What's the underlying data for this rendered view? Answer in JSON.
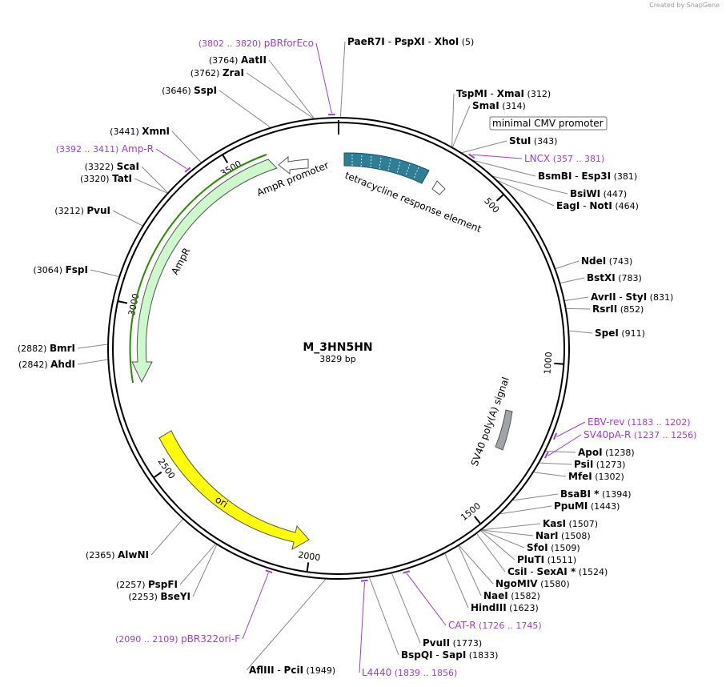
{
  "credit": "Created by SnapGene",
  "plasmid": {
    "name": "M_3HN5HN",
    "length_label": "3829 bp",
    "length": 3829
  },
  "ticks": [
    {
      "pos": 500,
      "label": "500"
    },
    {
      "pos": 1000,
      "label": "1000"
    },
    {
      "pos": 1500,
      "label": "1500"
    },
    {
      "pos": 2000,
      "label": "2000"
    },
    {
      "pos": 2500,
      "label": "2500"
    },
    {
      "pos": 3000,
      "label": "3000"
    },
    {
      "pos": 3500,
      "label": "3500"
    }
  ],
  "features": [
    {
      "name": "AmpR promoter",
      "type": "promoter"
    },
    {
      "name": "tetracycline response element",
      "type": "element"
    },
    {
      "name": "minimal CMV promoter",
      "type": "promoter"
    },
    {
      "name": "AmpR",
      "type": "cds"
    },
    {
      "name": "ori",
      "type": "origin"
    },
    {
      "name": "SV40 poly(A) signal",
      "type": "polyA"
    }
  ],
  "sites": [
    {
      "name": "PaeR7I",
      "extra": [
        "PspXI",
        "XhoI"
      ],
      "pos": "(5)"
    },
    {
      "name": "TspMI",
      "extra": [
        "XmaI"
      ],
      "pos": "(312)"
    },
    {
      "name": "SmaI",
      "pos": "(314)"
    },
    {
      "name": "StuI",
      "pos": "(343)"
    },
    {
      "name": "BsmBI",
      "extra": [
        "Esp3I"
      ],
      "pos": "(381)"
    },
    {
      "name": "BsiWI",
      "pos": "(447)"
    },
    {
      "name": "EagI",
      "extra": [
        "NotI"
      ],
      "pos": "(464)"
    },
    {
      "name": "NdeI",
      "pos": "(743)"
    },
    {
      "name": "BstXI",
      "pos": "(783)"
    },
    {
      "name": "AvrII",
      "extra": [
        "StyI"
      ],
      "pos": "(831)"
    },
    {
      "name": "RsrII",
      "pos": "(852)"
    },
    {
      "name": "SpeI",
      "pos": "(911)"
    },
    {
      "name": "ApoI",
      "pos": "(1238)"
    },
    {
      "name": "PsiI",
      "pos": "(1273)"
    },
    {
      "name": "MfeI",
      "pos": "(1302)"
    },
    {
      "name": "BsaBI *",
      "pos": "(1394)"
    },
    {
      "name": "PpuMI",
      "pos": "(1443)"
    },
    {
      "name": "KasI",
      "pos": "(1507)"
    },
    {
      "name": "NarI",
      "pos": "(1508)"
    },
    {
      "name": "SfoI",
      "pos": "(1509)"
    },
    {
      "name": "PluTI",
      "pos": "(1511)"
    },
    {
      "name": "CsiI",
      "extra": [
        "SexAI *"
      ],
      "pos": "(1524)"
    },
    {
      "name": "NgoMIV",
      "pos": "(1580)"
    },
    {
      "name": "NaeI",
      "pos": "(1582)"
    },
    {
      "name": "HindIII",
      "pos": "(1623)"
    },
    {
      "name": "PvuII",
      "pos": "(1773)"
    },
    {
      "name": "BspQI",
      "extra": [
        "SapI"
      ],
      "pos": "(1833)"
    },
    {
      "name": "AflIII",
      "extra": [
        "PciI"
      ],
      "pos": "(1949)"
    },
    {
      "name": "BseYI",
      "pos": "(2253)"
    },
    {
      "name": "PspFI",
      "pos": "(2257)"
    },
    {
      "name": "AlwNI",
      "pos": "(2365)"
    },
    {
      "name": "AhdI",
      "pos": "(2842)"
    },
    {
      "name": "BmrI",
      "pos": "(2882)"
    },
    {
      "name": "FspI",
      "pos": "(3064)"
    },
    {
      "name": "PvuI",
      "pos": "(3212)"
    },
    {
      "name": "TatI",
      "pos": "(3320)"
    },
    {
      "name": "ScaI",
      "pos": "(3322)"
    },
    {
      "name": "XmnI",
      "pos": "(3441)"
    },
    {
      "name": "SspI",
      "pos": "(3646)"
    },
    {
      "name": "ZraI",
      "pos": "(3762)"
    },
    {
      "name": "AatII",
      "pos": "(3764)"
    }
  ],
  "primers": [
    {
      "name": "pBRforEco",
      "range": "(3802 .. 3820)"
    },
    {
      "name": "LNCX",
      "range": "(357 .. 381)"
    },
    {
      "name": "EBV-rev",
      "range": "(1183 .. 1202)"
    },
    {
      "name": "SV40pA-R",
      "range": "(1237 .. 1256)"
    },
    {
      "name": "CAT-R",
      "range": "(1726 .. 1745)"
    },
    {
      "name": "L4440",
      "range": "(1839 .. 1856)"
    },
    {
      "name": "pBR322ori-F",
      "range": "(2090 .. 2109)"
    },
    {
      "name": "Amp-R",
      "range": "(3392 .. 3411)"
    }
  ],
  "colors": {
    "backbone": "#000000",
    "tre": "#2e7f95",
    "ampr": "#ccf8cc",
    "ori": "#ffff00",
    "polya": "#a0a4a8",
    "primer": "#a03cd2",
    "leader": "#888888",
    "ampr_outline": "#2a8a00"
  }
}
